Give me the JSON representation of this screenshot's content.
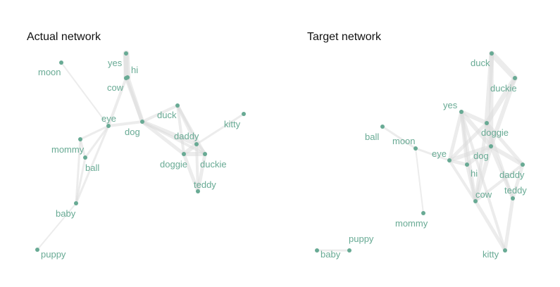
{
  "colors": {
    "node": "#68aa94",
    "label": "#68aa94",
    "edge": "#dcdcdc",
    "title": "#111111",
    "background": "#ffffff"
  },
  "panels": [
    {
      "title": "Actual network",
      "nodes": [
        {
          "id": "moon",
          "label": "moon"
        },
        {
          "id": "yes",
          "label": "yes"
        },
        {
          "id": "hi",
          "label": "hi"
        },
        {
          "id": "cow",
          "label": "cow"
        },
        {
          "id": "eye",
          "label": "eye"
        },
        {
          "id": "dog",
          "label": "dog"
        },
        {
          "id": "duck",
          "label": "duck"
        },
        {
          "id": "kitty",
          "label": "kitty"
        },
        {
          "id": "mommy",
          "label": "mommy"
        },
        {
          "id": "ball",
          "label": "ball"
        },
        {
          "id": "daddy",
          "label": "daddy"
        },
        {
          "id": "doggie",
          "label": "doggie"
        },
        {
          "id": "duckie",
          "label": "duckie"
        },
        {
          "id": "teddy",
          "label": "teddy"
        },
        {
          "id": "baby",
          "label": "baby"
        },
        {
          "id": "puppy",
          "label": "puppy"
        }
      ],
      "edges": [
        [
          "yes",
          "hi",
          9
        ],
        [
          "yes",
          "cow",
          7
        ],
        [
          "hi",
          "cow",
          7
        ],
        [
          "hi",
          "dog",
          6
        ],
        [
          "cow",
          "dog",
          5
        ],
        [
          "cow",
          "eye",
          4
        ],
        [
          "moon",
          "eye",
          2
        ],
        [
          "eye",
          "dog",
          4
        ],
        [
          "eye",
          "mommy",
          3
        ],
        [
          "eye",
          "ball",
          3
        ],
        [
          "eye",
          "baby",
          3
        ],
        [
          "mommy",
          "ball",
          3
        ],
        [
          "mommy",
          "baby",
          3
        ],
        [
          "ball",
          "baby",
          3
        ],
        [
          "baby",
          "puppy",
          2
        ],
        [
          "dog",
          "duck",
          4
        ],
        [
          "dog",
          "daddy",
          6
        ],
        [
          "dog",
          "doggie",
          5
        ],
        [
          "dog",
          "duckie",
          4
        ],
        [
          "duck",
          "daddy",
          5
        ],
        [
          "duck",
          "doggie",
          4
        ],
        [
          "duck",
          "duckie",
          4
        ],
        [
          "daddy",
          "doggie",
          6
        ],
        [
          "daddy",
          "duckie",
          6
        ],
        [
          "doggie",
          "duckie",
          6
        ],
        [
          "daddy",
          "kitty",
          3
        ],
        [
          "doggie",
          "teddy",
          5
        ],
        [
          "duckie",
          "teddy",
          5
        ],
        [
          "daddy",
          "teddy",
          4
        ]
      ]
    },
    {
      "title": "Target network",
      "nodes": [
        {
          "id": "duck",
          "label": "duck"
        },
        {
          "id": "duckie",
          "label": "duckie"
        },
        {
          "id": "yes",
          "label": "yes"
        },
        {
          "id": "doggie",
          "label": "doggie"
        },
        {
          "id": "ball",
          "label": "ball"
        },
        {
          "id": "moon",
          "label": "moon"
        },
        {
          "id": "eye",
          "label": "eye"
        },
        {
          "id": "dog",
          "label": "dog"
        },
        {
          "id": "hi",
          "label": "hi"
        },
        {
          "id": "daddy",
          "label": "daddy"
        },
        {
          "id": "teddy",
          "label": "teddy"
        },
        {
          "id": "cow",
          "label": "cow"
        },
        {
          "id": "mommy",
          "label": "mommy"
        },
        {
          "id": "puppy",
          "label": "puppy"
        },
        {
          "id": "baby",
          "label": "baby"
        },
        {
          "id": "kitty",
          "label": "kitty"
        }
      ],
      "edges": [
        [
          "duck",
          "duckie",
          8
        ],
        [
          "duck",
          "doggie",
          7
        ],
        [
          "duckie",
          "doggie",
          7
        ],
        [
          "duckie",
          "dog",
          6
        ],
        [
          "duck",
          "dog",
          6
        ],
        [
          "yes",
          "doggie",
          6
        ],
        [
          "yes",
          "dog",
          6
        ],
        [
          "yes",
          "eye",
          5
        ],
        [
          "yes",
          "hi",
          5
        ],
        [
          "yes",
          "cow",
          5
        ],
        [
          "yes",
          "kitty",
          4
        ],
        [
          "doggie",
          "dog",
          7
        ],
        [
          "doggie",
          "eye",
          5
        ],
        [
          "doggie",
          "cow",
          5
        ],
        [
          "doggie",
          "daddy",
          5
        ],
        [
          "doggie",
          "teddy",
          4
        ],
        [
          "dog",
          "eye",
          6
        ],
        [
          "dog",
          "hi",
          6
        ],
        [
          "dog",
          "cow",
          6
        ],
        [
          "dog",
          "daddy",
          6
        ],
        [
          "dog",
          "teddy",
          5
        ],
        [
          "eye",
          "hi",
          5
        ],
        [
          "eye",
          "cow",
          4
        ],
        [
          "hi",
          "cow",
          5
        ],
        [
          "cow",
          "kitty",
          5
        ],
        [
          "cow",
          "daddy",
          4
        ],
        [
          "daddy",
          "teddy",
          5
        ],
        [
          "teddy",
          "kitty",
          5
        ],
        [
          "ball",
          "moon",
          3
        ],
        [
          "moon",
          "eye",
          3
        ],
        [
          "moon",
          "mommy",
          2
        ],
        [
          "baby",
          "puppy",
          3
        ]
      ]
    }
  ]
}
